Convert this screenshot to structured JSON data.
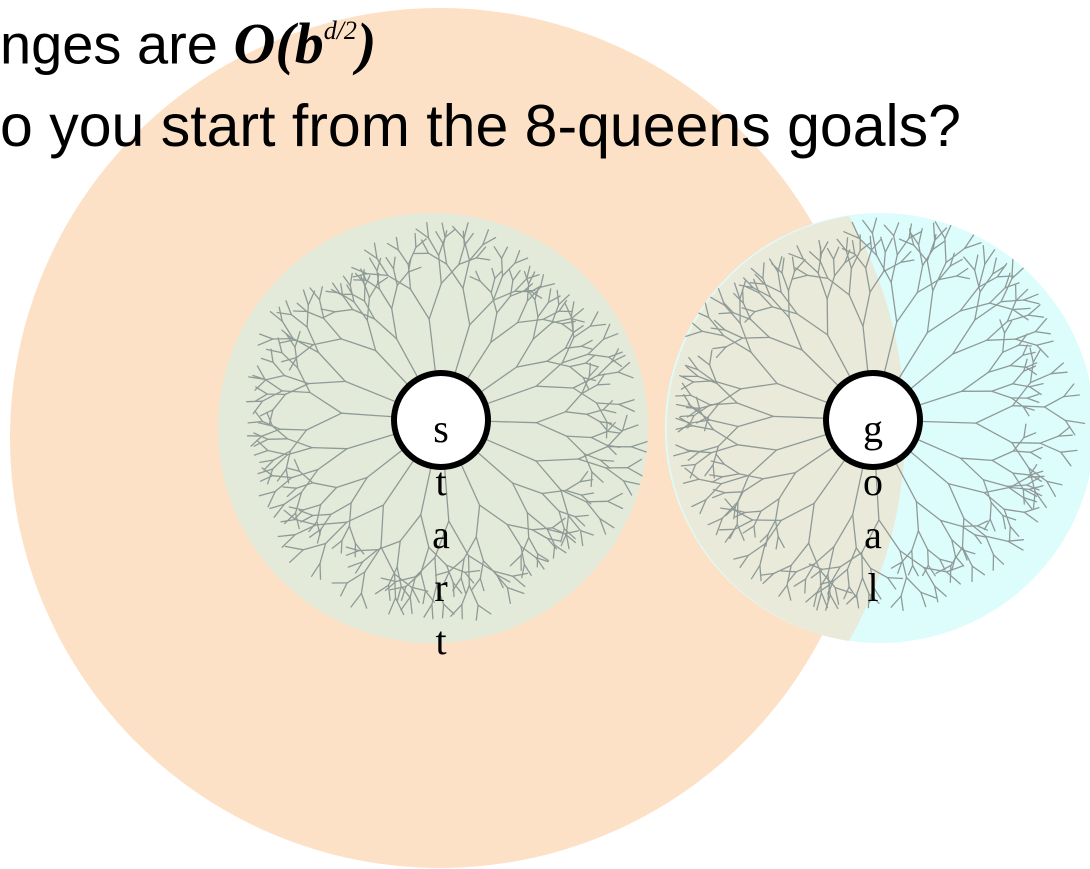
{
  "slide": {
    "line1_text": "nges are ",
    "line1_math_base": "O(b",
    "line1_math_exp": "d/2",
    "line1_math_close": ")",
    "line2_text": "o you start from the 8-queens goals?"
  },
  "diagram": {
    "start_label": "start",
    "goal_label": "goal",
    "colors": {
      "outer_frontier": "#fde1c7",
      "start_frontier": "#e3ead9",
      "goal_frontier": "#ddfdfd",
      "overlap": "#e9ead9",
      "tree_lines": "#8f9a97",
      "node_stroke": "#000000",
      "node_fill": "#ffffff"
    }
  }
}
